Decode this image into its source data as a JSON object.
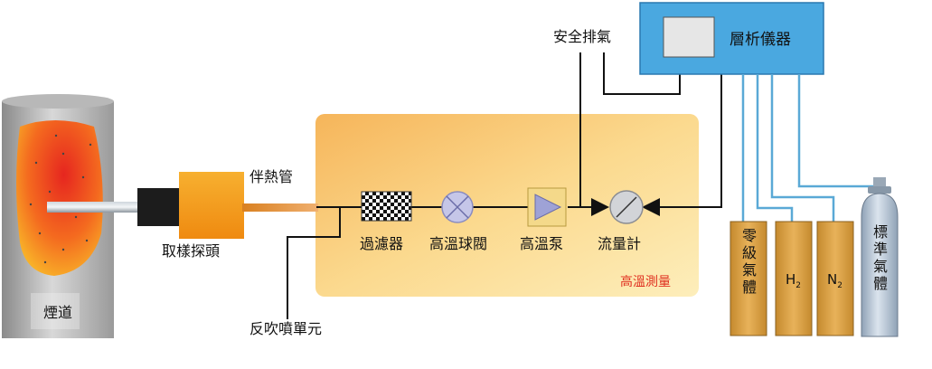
{
  "labels": {
    "safety_exhaust": "安全排氣",
    "analyzer": "層析儀器",
    "heat_trace": "伴熱管",
    "probe": "取樣探頭",
    "filter": "過濾器",
    "ball_valve": "高溫球閥",
    "pump": "高溫泵",
    "flowmeter": "流量計",
    "hot_zone": "高溫測量",
    "backflush": "反吹噴單元",
    "flue": "煙道"
  },
  "cylinders": {
    "zero_gas": "零級氣體",
    "h2_main": "H",
    "h2_sub": "2",
    "n2_main": "N",
    "n2_sub": "2",
    "standard_gas": "標準氣體"
  },
  "colors": {
    "analyzer_box": "#4aa8e0",
    "gas_line": "#5aa9d6",
    "hot_zone_label": "#e03020",
    "probe_orange": "#f7a21b",
    "tank_brown": "#d49a3a",
    "cylinder_blue": "#b8c6d6"
  }
}
